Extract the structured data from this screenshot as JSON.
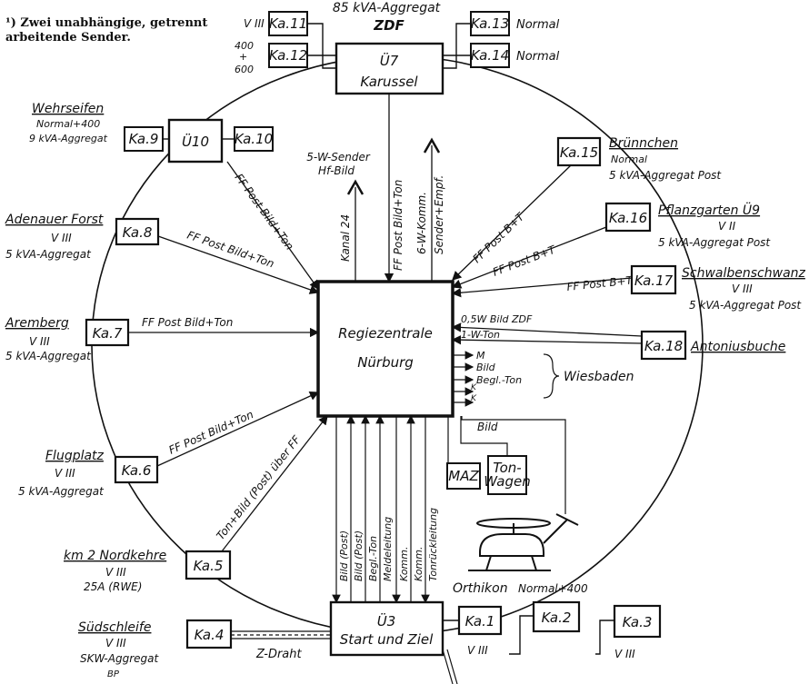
{
  "footnote": "¹) Zwei unabhängige, getrennt arbeitende Sender.",
  "center": {
    "line1": "Regiezentrale",
    "line2": "Nürburg"
  },
  "u7": {
    "name": "Ü7",
    "sub": "Karussel",
    "top1": "85 kVA-Aggregat",
    "top2": "ZDF"
  },
  "u10": {
    "name": "Ü10",
    "site": "Wehrseifen",
    "l1": "Normal+400",
    "l2": "9 kVA-Aggregat"
  },
  "u3": {
    "name": "Ü3",
    "sub": "Start und Ziel"
  },
  "cameras": {
    "ka1": "Ka.1",
    "ka2": "Ka.2",
    "ka3": "Ka.3",
    "ka4": "Ka.4",
    "ka5": "Ka.5",
    "ka6": "Ka.6",
    "ka7": "Ka.7",
    "ka8": "Ka.8",
    "ka9": "Ka.9",
    "ka10": "Ka.10",
    "ka11": "Ka.11",
    "ka12": "Ka.12",
    "ka13": "Ka.13",
    "ka14": "Ka.14",
    "ka15": "Ka.15",
    "ka16": "Ka.16",
    "ka17": "Ka.17",
    "ka18": "Ka.18"
  },
  "labels": {
    "ka11_note": "V III",
    "ka12_note1": "400",
    "ka12_note2": "+",
    "ka12_note3": "600",
    "ka13_note": "Normal",
    "ka14_note": "Normal",
    "ka15_site": "Brünnchen",
    "ka15_l1": "Normal",
    "ka15_l2": "5 kVA-Aggregat Post",
    "ka16_site": "Pflanzgarten Ü9",
    "ka16_l1": "V II",
    "ka16_l2": "5 kVA-Aggregat Post",
    "ka17_site": "Schwalbenschwanz",
    "ka17_l1": "V III",
    "ka17_l2": "5 kVA-Aggregat Post",
    "ka18_site": "Antoniusbuche",
    "ka8_site": "Adenauer Forst",
    "ka8_l1": "V III",
    "ka8_l2": "5 kVA-Aggregat",
    "ka7_site": "Aremberg",
    "ka7_l1": "V III",
    "ka7_l2": "5 kVA-Aggregat",
    "ka6_site": "Flugplatz",
    "ka6_l1": "V III",
    "ka6_l2": "5 kVA-Aggregat",
    "ka5_site": "km 2 Nordkehre",
    "ka5_l1": "V III",
    "ka5_l2": "25A (RWE)",
    "ka4_site": "Südschleife",
    "ka4_l1": "V III",
    "ka4_l2": "SKW-Aggregat",
    "ka4_l3": "BP",
    "ka1_l1": "V III",
    "ka2_top": "Normal+400",
    "ka3_l1": "V III",
    "zdraht": "Z-Draht"
  },
  "links": {
    "u10_c": "FF Post Bild+Ton",
    "ka8_c": "FF Post Bild+Ton",
    "ka7_c": "FF Post Bild+Ton",
    "ka6_c": "FF Post Bild+Ton",
    "ka5_c": "Ton+Bild (Post) über FF",
    "ka15_c": "FF Post B+T",
    "ka16_c": "FF Post B+T",
    "ka17_c": "FF Post B+T",
    "ka18_a": "0,5W Bild ZDF",
    "ka18_b": "1-W-Ton",
    "u7_c": "FF Post Bild+Ton",
    "sender1_a": "5-W-Sender",
    "sender1_b": "Hf-Bild",
    "kanal": "Kanal 24",
    "sender2_a": "6-W-Komm.",
    "sender2_b": "Sender+Empf.",
    "wb_m": "M",
    "wb_bild": "Bild",
    "wb_begl": "Begl.-Ton",
    "wb_k1": "K",
    "wb_k2": "K",
    "wiesbaden": "Wiesbaden",
    "bild": "Bild",
    "maz": "MAZ",
    "tonwagen1": "Ton-",
    "tonwagen2": "Wagen",
    "orthikon": "Orthikon",
    "v1": "Bild (Post)",
    "v2": "Bild (Post)",
    "v3": "Begl.-Ton",
    "v4": "Meldeleitung",
    "v5": "Komm.",
    "v6": "Komm.",
    "v7": "Tonrückleitung"
  }
}
